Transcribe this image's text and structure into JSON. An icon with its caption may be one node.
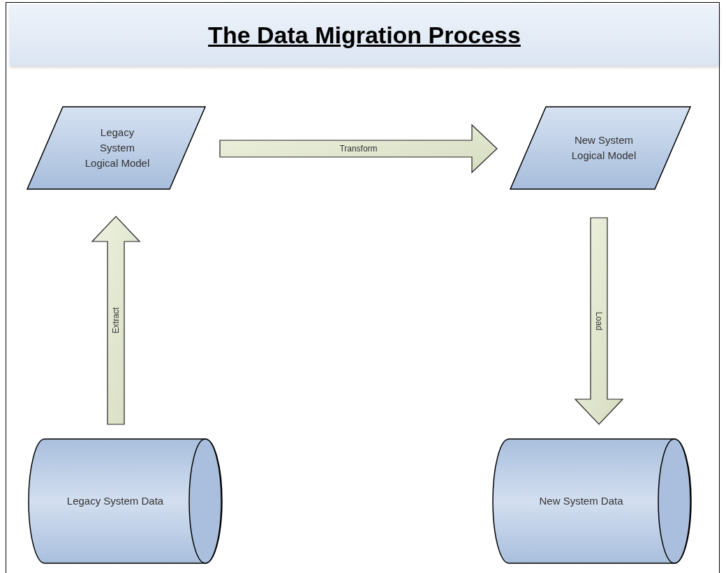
{
  "diagram": {
    "title": "The Data Migration Process",
    "nodes": [
      {
        "text": [
          "Legacy System Logical Model"
        ]
      },
      {
        "text": [
          "New System Logical Model"
        ]
      },
      {
        "text": [
          "Legacy System Data"
        ]
      },
      {
        "text": [
          "New System Data"
        ]
      }
    ],
    "edges": [
      {
        "from": 0,
        "to": 1,
        "arrow": "to",
        "label": "Transform"
      },
      {
        "from": 2,
        "to": 0,
        "arrow": "to",
        "label": "Extract"
      },
      {
        "from": 1,
        "to": 3,
        "arrow": "to",
        "label": "Load"
      }
    ]
  }
}
